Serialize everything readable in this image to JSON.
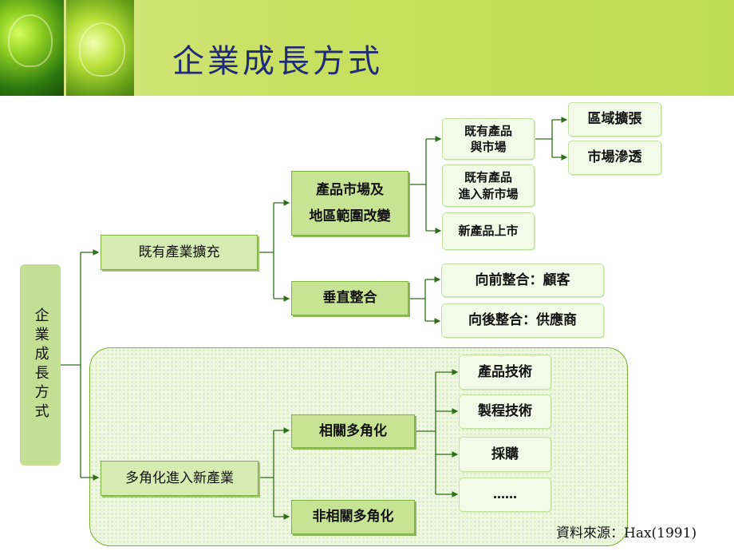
{
  "title": "企業成長方式",
  "source": "資料來源：Hax(1991)",
  "root": "企業成長方式",
  "branches": {
    "existing": "既有產業擴充",
    "diversify": "多角化進入新產業"
  },
  "level3": {
    "market_change": [
      "產品市場及",
      "地區範圍改變"
    ],
    "vertical": "垂直整合",
    "related": "相關多角化",
    "unrelated": "非相關多角化"
  },
  "level4": {
    "existing_products": [
      "既有產品",
      "與市場"
    ],
    "new_markets": [
      "既有產品",
      "進入新市場"
    ],
    "new_products": "新產品上市",
    "forward": "向前整合：顧客",
    "backward": "向後整合：供應商",
    "product_tech": "產品技術",
    "process_tech": "製程技術",
    "procurement": "採購",
    "more": "……"
  },
  "level5": {
    "regional": "區域擴張",
    "penetration": "市場滲透"
  },
  "colors": {
    "title": "#1f2a78",
    "header": "#c8e060",
    "connector": "#2f6e1a",
    "region_border": "#7cae35"
  }
}
